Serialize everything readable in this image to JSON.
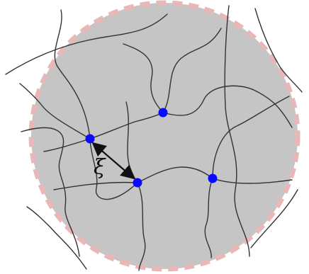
{
  "colors": {
    "background": "#ffffff",
    "blob_fill": "#c5c5c5",
    "blob_border": "#e8b8b8",
    "chain_stroke": "#333333",
    "crosslink_node": "#0a0aff",
    "arrow": "#111111"
  },
  "diagram": {
    "blob": {
      "shape": "circle",
      "border_style": "dashed"
    },
    "crosslinks": [
      {
        "name": "crosslink-node-top"
      },
      {
        "name": "crosslink-node-left"
      },
      {
        "name": "crosslink-node-center"
      },
      {
        "name": "crosslink-node-right"
      }
    ],
    "mesh_size_symbol": "ξ",
    "arrow": {
      "from": "crosslink-node-left",
      "to": "crosslink-node-center",
      "heads": "both"
    }
  }
}
